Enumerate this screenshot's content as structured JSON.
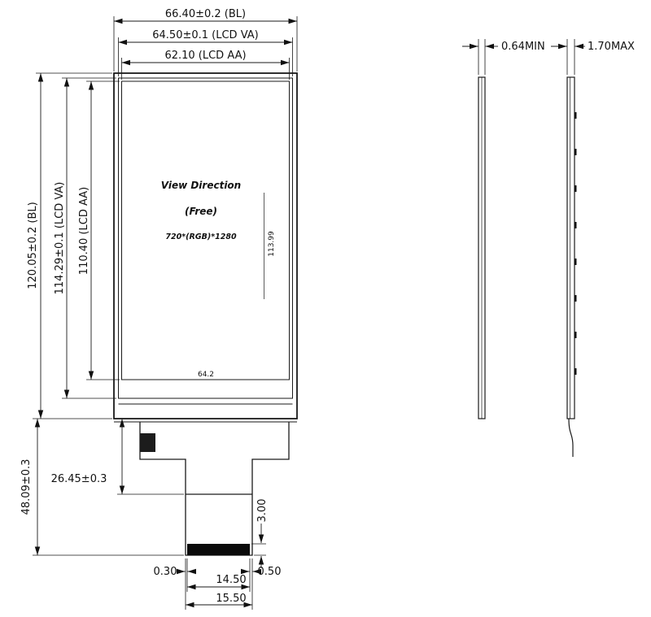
{
  "front_view": {
    "width_bl": "66.40±0.2 (BL)",
    "width_va": "64.50±0.1 (LCD VA)",
    "width_aa": "62.10 (LCD AA)",
    "height_bl": "120.05±0.2 (BL)",
    "height_va": "114.29±0.1 (LCD VA)",
    "height_aa": "110.40 (LCD AA)",
    "view_direction": "View Direction",
    "view_mode": "(Free)",
    "resolution": "720*(RGB)*1280",
    "inner_height": "113.99",
    "inner_width": "64.2",
    "tail_height_total": "48.09±0.3",
    "tail_height_upper": "26.45±0.3",
    "connector_height": "3.00",
    "connector_offset_left": "0.30",
    "connector_offset_right": "0.50",
    "connector_width": "14.50",
    "tail_width": "15.50"
  },
  "side_view": {
    "thickness_min": "0.64MIN",
    "thickness_max": "1.70MAX"
  },
  "colors": {
    "line": "#1a1a1a",
    "fill": "#000000",
    "background": "#ffffff"
  }
}
